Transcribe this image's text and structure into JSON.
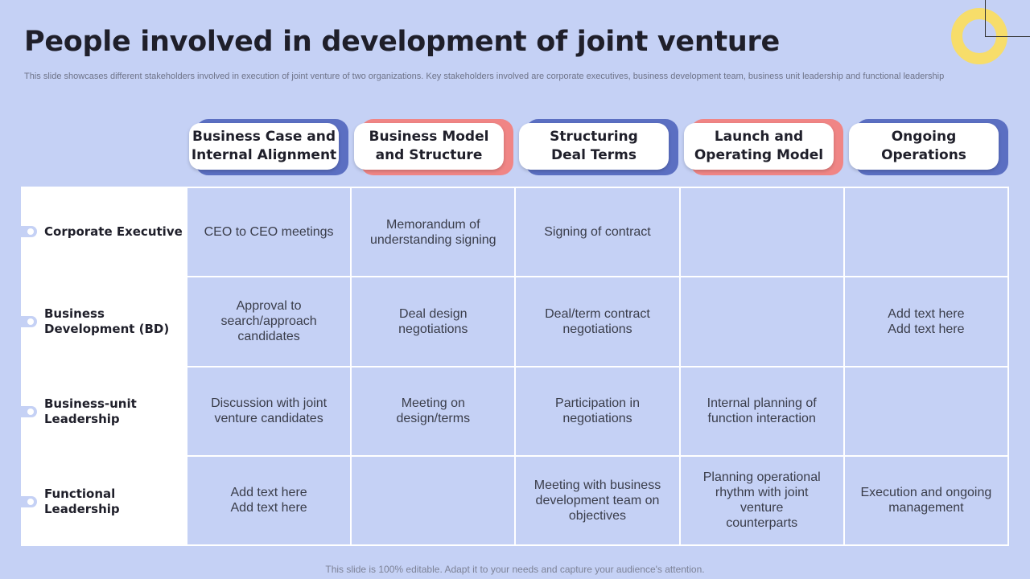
{
  "slide": {
    "title": "People involved in development of joint venture",
    "subtitle": "This slide showcases different stakeholders involved in execution of joint venture of two organizations. Key stakeholders involved are corporate executives, business development team, business unit leadership and functional leadership",
    "footer": "This slide is 100% editable. Adapt it to your needs and capture your audience's attention."
  },
  "colors": {
    "background": "#c5d1f5",
    "accent_blue": "#5b6fc2",
    "accent_pink": "#f08585",
    "ring_yellow": "#f7dd6a"
  },
  "phases": [
    "Business Case and\nInternal Alignment",
    "Business Model\nand Structure",
    "Structuring\nDeal Terms",
    "Launch and\nOperating Model",
    "Ongoing\nOperations"
  ],
  "rows": [
    {
      "label": "Corporate Executive",
      "cells": [
        "CEO to CEO meetings",
        "Memorandum  of\nunderstanding signing",
        "Signing of contract",
        "",
        ""
      ]
    },
    {
      "label": "Business\nDevelopment (BD)",
      "cells": [
        "Approval to\nsearch/approach\ncandidates",
        "Deal design negotiations",
        "Deal/term contract\nnegotiations",
        "",
        "Add text here\nAdd text here"
      ]
    },
    {
      "label": "Business-unit\nLeadership",
      "cells": [
        "Discussion with joint\nventure  candidates",
        "Meeting on design/terms",
        "Participation in\nnegotiations",
        "Internal  planning of\nfunction interaction",
        ""
      ]
    },
    {
      "label": "Functional\nLeadership",
      "cells": [
        "Add text here\nAdd text here",
        "",
        "Meeting with business\ndevelopment team on\nobjectives",
        "Planning operational\nrhythm  with joint venture\ncounterparts",
        "Execution and ongoing\nmanagement"
      ]
    }
  ]
}
